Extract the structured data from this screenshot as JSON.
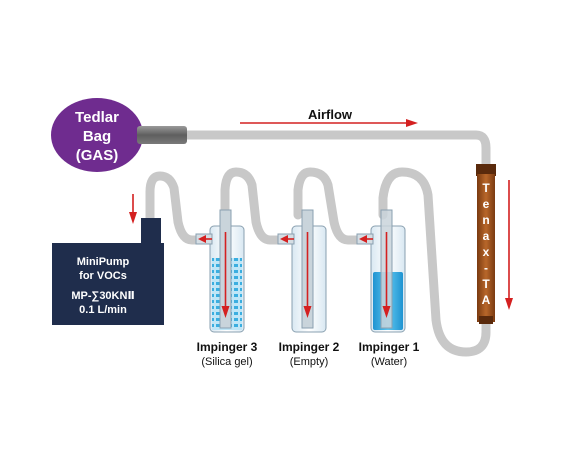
{
  "bag": {
    "line1": "Tedlar",
    "line2": "Bag",
    "line3": "(GAS)"
  },
  "airflow": "Airflow",
  "tenax": {
    "chars": [
      "T",
      "e",
      "n",
      "a",
      "x",
      "-",
      "T",
      "A"
    ]
  },
  "pump": {
    "line1": "MiniPump",
    "line2": "for VOCs",
    "line3": "MP-∑30KNⅡ",
    "line4": "0.1 L/min"
  },
  "impingers": [
    {
      "name": "Impinger 3",
      "content": "(Silica gel)"
    },
    {
      "name": "Impinger 2",
      "content": "(Empty)"
    },
    {
      "name": "Impinger 1",
      "content": "(Water)"
    }
  ],
  "colors": {
    "bag": "#6f2c8f",
    "tube": "#c8c8c8",
    "arrow": "#d42020",
    "pump": "#1f2d4c",
    "tenax": "#a0521d",
    "water": "#3aaee0",
    "silica": "#4db6e6"
  }
}
